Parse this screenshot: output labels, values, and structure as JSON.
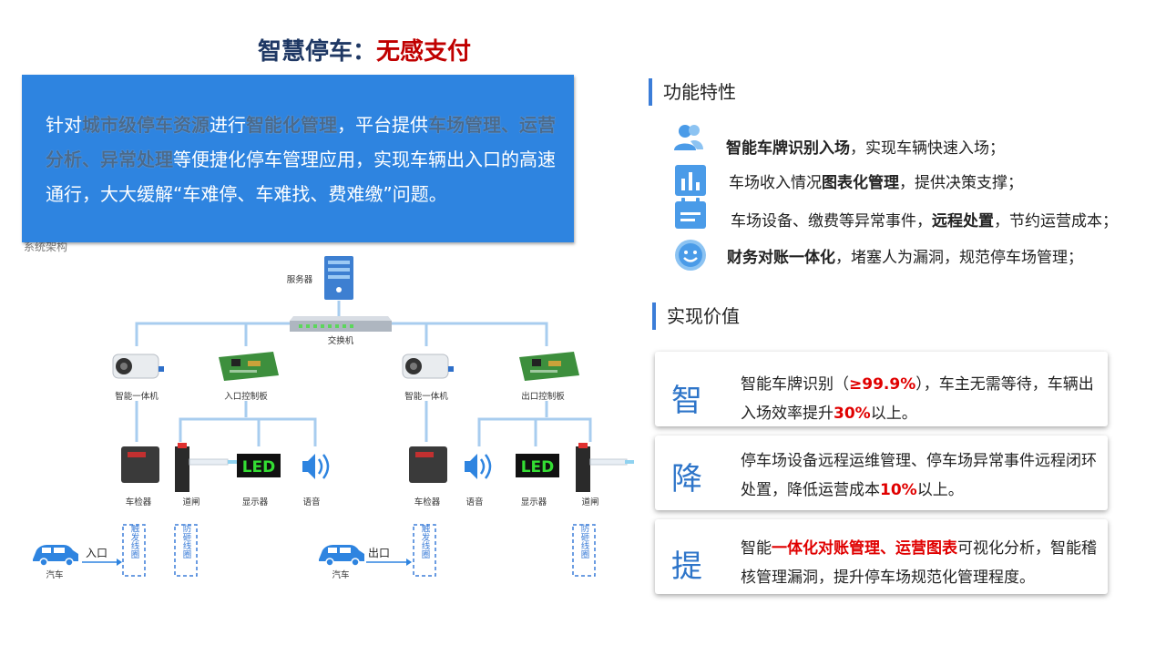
{
  "title": {
    "part1": "智慧停车：",
    "part2": "无感支付"
  },
  "intro": {
    "s1": "针对",
    "h1": "城市级停车资源",
    "s2": "进行",
    "h2": "智能化管理",
    "s3": "，平台提供",
    "h3": "车场管理、运营分析、异常处理",
    "s4": "等便捷化停车管理应用，实现车辆出入口的高速通行，大大缓解“车难停、车难找、费难缴”问题。"
  },
  "behind_text": "系统架构",
  "features": {
    "heading": "功能特性",
    "items": [
      {
        "icon": "user-icon",
        "bold_before": "智能车牌识别入场",
        "text": "，实现车辆快速入场；",
        "bold_after": "",
        "tail": ""
      },
      {
        "icon": "chart-icon",
        "bold_before": "",
        "text": "车场收入情况",
        "bold_after": "图表化管理",
        "tail": "，提供决策支撑；"
      },
      {
        "icon": "calendar-icon",
        "bold_before": "",
        "text": "车场设备、缴费等异常事件，",
        "bold_after": "远程处置",
        "tail": "，节约运营成本；"
      },
      {
        "icon": "smile-icon",
        "bold_before": "财务对账一体化",
        "text": "，堵塞人为漏洞，规范停车场管理；",
        "bold_after": "",
        "tail": ""
      }
    ]
  },
  "values": {
    "heading": "实现价值",
    "cards": [
      {
        "char": "智",
        "p1": "智能车牌识别（",
        "r1": "≥99.9%",
        "p2": "），车主无需等待，车辆出入场效率提升",
        "r2": "30%",
        "p3": "以上。"
      },
      {
        "char": "降",
        "p1": "停车场设备远程运维管理、停车场异常事件远程闭环处置，降低运营成本",
        "r1": "10%",
        "p2": "以上。",
        "r2": "",
        "p3": ""
      },
      {
        "char": "提",
        "p1": "智能",
        "r1": "一体化对账管理、运营图表",
        "p2": "可视化分析，智能稽核管理漏洞，提升停车场规范化管理程度。",
        "r2": "",
        "p3": ""
      }
    ]
  },
  "diagram": {
    "server": "服务器",
    "switch": "交换机",
    "camera_left": "智能一体机",
    "board_left": "入口控制板",
    "camera_right": "智能一体机",
    "board_right": "出口控制板",
    "detector": "车检器",
    "gate": "道闸",
    "display": "显示器",
    "voice": "语音",
    "led": "LED",
    "car": "汽车",
    "entry": "入口",
    "exit": "出口",
    "trigger_coil": "触发线圈",
    "anti_coil": "防砸线圈"
  }
}
